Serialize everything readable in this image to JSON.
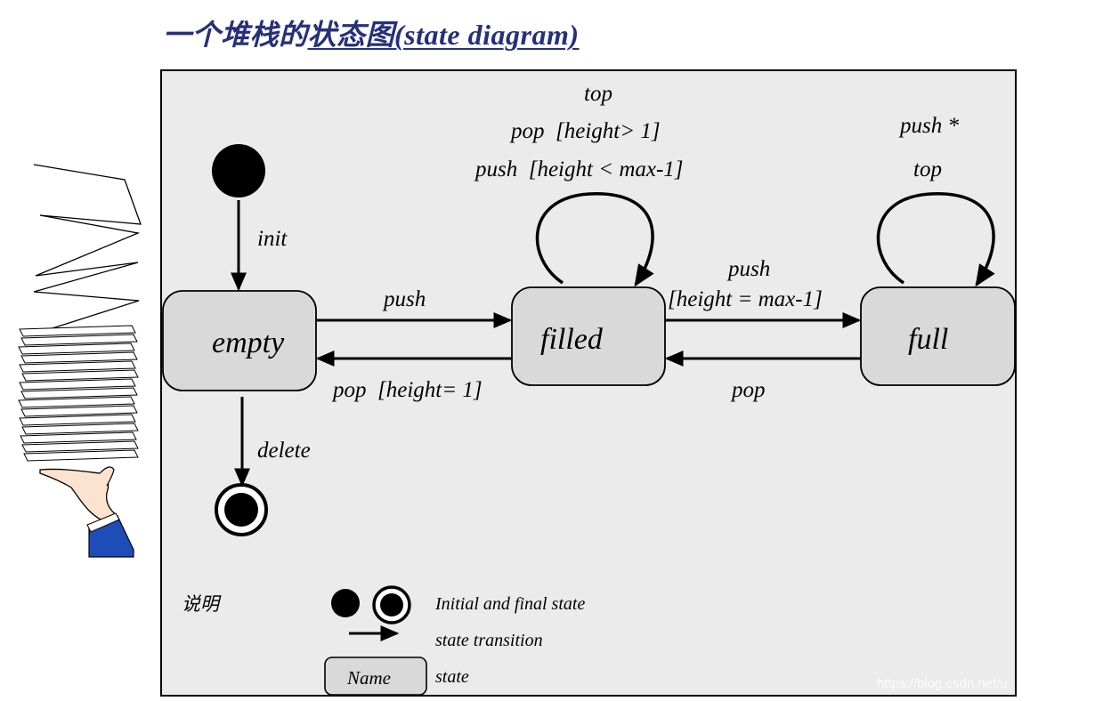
{
  "title": {
    "prefix": "一个堆栈的",
    "underlined": "状态图(state diagram)"
  },
  "states": {
    "empty": "empty",
    "filled": "filled",
    "full": "full"
  },
  "transitions": {
    "init": "init",
    "delete": "delete",
    "empty_to_filled": "push",
    "filled_to_empty": "pop  [height= 1]",
    "filled_to_full_line1": "push",
    "filled_to_full_line2": "[height = max-1]",
    "full_to_filled": "pop",
    "filled_self": [
      "top",
      "pop  [height> 1]",
      "push  [height < max-1]"
    ],
    "full_self": [
      "push *",
      "top"
    ]
  },
  "legend": {
    "title": "说明",
    "initial_final": "Initial and final state",
    "transition": "state transition",
    "state_box": "Name",
    "state": "state"
  },
  "watermark": "https://blog.csdn.net/u"
}
